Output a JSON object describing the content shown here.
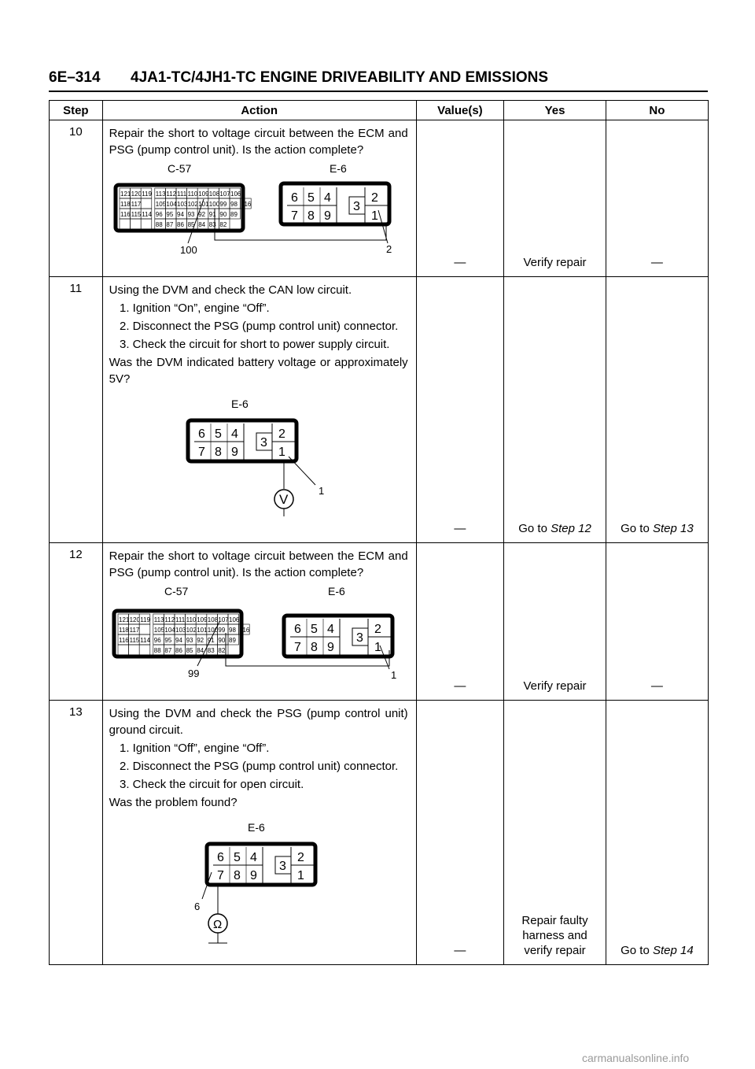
{
  "header": {
    "page_number": "6E–314",
    "title": "4JA1-TC/4JH1-TC ENGINE DRIVEABILITY AND EMISSIONS"
  },
  "table": {
    "columns": [
      "Step",
      "Action",
      "Value(s)",
      "Yes",
      "No"
    ],
    "rows": [
      {
        "step": "10",
        "action_text": "Repair the short to voltage circuit between the ECM and PSG (pump control unit). Is the action complete?",
        "diagram": {
          "label_left": "C-57",
          "label_right": "E-6",
          "pin_left": "100",
          "pin_right": "2",
          "ecm_pins": [
            "121",
            "120",
            "119",
            "113",
            "112",
            "111",
            "110",
            "109",
            "108",
            "107",
            "106",
            "118",
            "117",
            "105",
            "104",
            "103",
            "102",
            "101",
            "100",
            "99",
            "98",
            "116",
            "115",
            "114",
            "97",
            "96",
            "95",
            "94",
            "93",
            "92",
            "91",
            "90",
            "89",
            "88",
            "87",
            "86",
            "85",
            "84",
            "83",
            "82"
          ],
          "psg_pins": [
            "6",
            "5",
            "4",
            "3",
            "2",
            "7",
            "8",
            "9",
            "1"
          ]
        },
        "value": "—",
        "yes": "Verify repair",
        "no": "—"
      },
      {
        "step": "11",
        "action_text": "Using the DVM and check the CAN low circuit.",
        "sub_steps": [
          "Ignition “On”, engine “Off”.",
          "Disconnect the PSG (pump control unit) connector.",
          "Check the circuit for short to power supply circuit."
        ],
        "question": "Was the DVM indicated battery voltage or approximately 5V?",
        "diagram": {
          "label": "E-6",
          "pin": "1",
          "meter": "V"
        },
        "value": "—",
        "yes_prefix": "Go to ",
        "yes_step": "Step 12",
        "no_prefix": "Go to ",
        "no_step": "Step 13"
      },
      {
        "step": "12",
        "action_text": "Repair the short to voltage circuit between the ECM and PSG (pump control unit). Is the action complete?",
        "diagram": {
          "label_left": "C-57",
          "label_right": "E-6",
          "pin_left": "99",
          "pin_right": "1"
        },
        "value": "—",
        "yes": "Verify repair",
        "no": "—"
      },
      {
        "step": "13",
        "action_text": "Using the DVM and check the PSG (pump control unit) ground circuit.",
        "sub_steps": [
          "Ignition “Off”, engine “Off”.",
          "Disconnect the PSG (pump control unit) connector.",
          "Check the circuit for open circuit."
        ],
        "question": "Was the problem found?",
        "diagram": {
          "label": "E-6",
          "pin": "6",
          "meter": "Ω"
        },
        "value": "—",
        "yes": "Repair faulty harness and verify repair",
        "no_prefix": "Go to ",
        "no_step": "Step 14"
      }
    ]
  },
  "watermark": "carmanualsonline.info"
}
